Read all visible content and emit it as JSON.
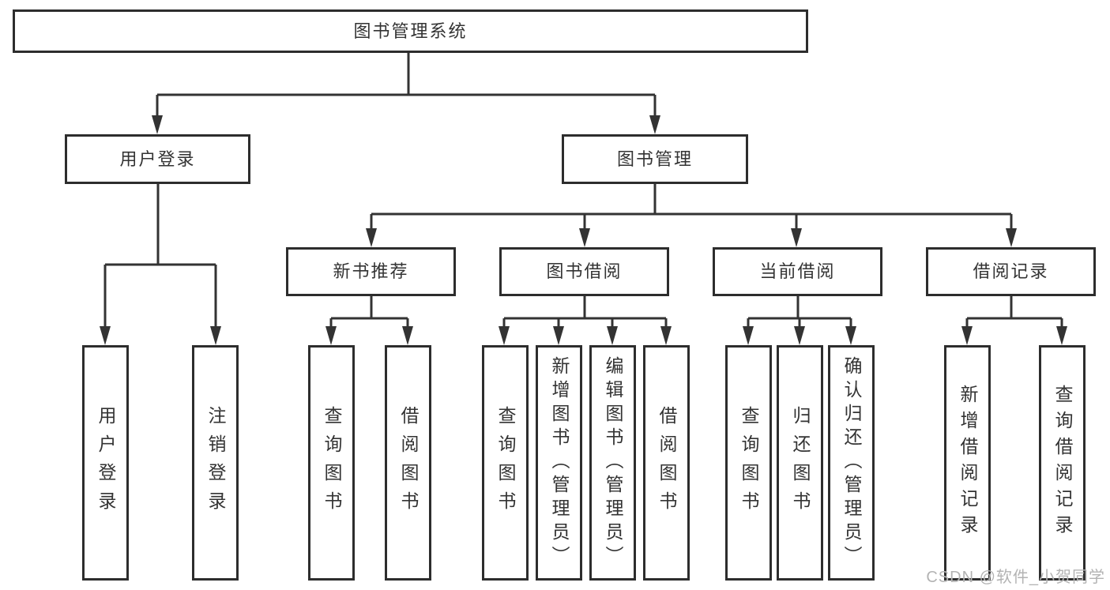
{
  "diagram": {
    "root": {
      "label": "图书管理系统"
    },
    "level2": {
      "user_login": {
        "label": "用户登录"
      },
      "book_mgmt": {
        "label": "图书管理"
      }
    },
    "level3": {
      "new_book_rec": {
        "label": "新书推荐"
      },
      "book_borrow": {
        "label": "图书借阅"
      },
      "current_borrow": {
        "label": "当前借阅"
      },
      "borrow_records": {
        "label": "借阅记录"
      }
    },
    "leaves": {
      "user_login": [
        {
          "label": "用户登录"
        },
        {
          "label": "注销登录"
        }
      ],
      "new_book_rec": [
        {
          "label": "查询图书"
        },
        {
          "label": "借阅图书"
        }
      ],
      "book_borrow": [
        {
          "label": "查询图书"
        },
        {
          "label": "新增图书（管理员）"
        },
        {
          "label": "编辑图书（管理员）"
        },
        {
          "label": "借阅图书"
        }
      ],
      "current_borrow": [
        {
          "label": "查询图书"
        },
        {
          "label": "归还图书"
        },
        {
          "label": "确认归还（管理员）"
        }
      ],
      "borrow_records": [
        {
          "label": "新增借阅记录"
        },
        {
          "label": "查询借阅记录"
        }
      ]
    }
  },
  "watermark": {
    "text": "CSDN @软件_小贺同学"
  },
  "colors": {
    "line": "#333333",
    "border": "#2d2d2d",
    "text": "#333333",
    "watermark": "#b3b3b3",
    "background": "#ffffff"
  }
}
